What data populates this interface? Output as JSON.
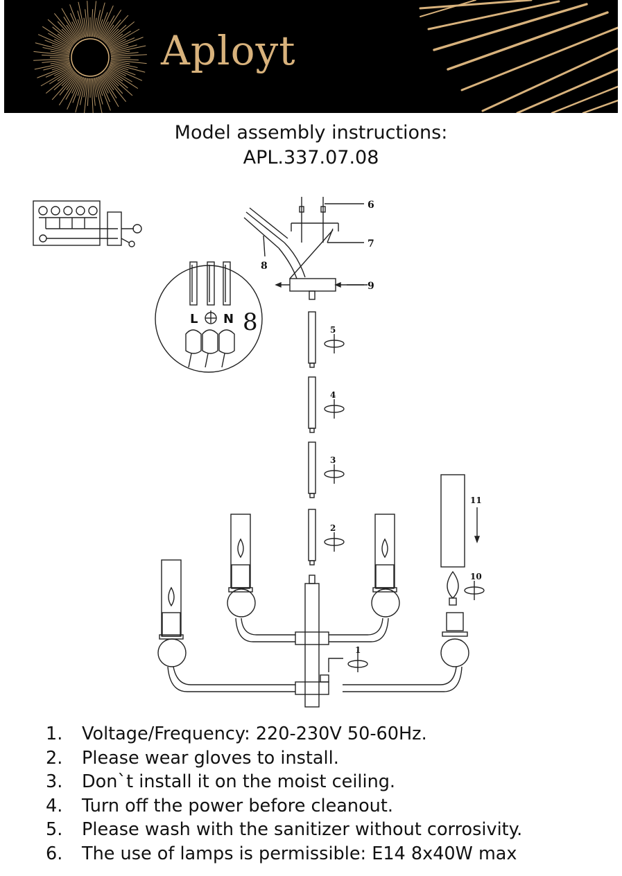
{
  "brand": {
    "name": "Aployt",
    "colors": {
      "gold": "#d8b27c",
      "header_bg": "#000000"
    }
  },
  "title": {
    "line1": "Model assembly instructions:",
    "line2": "APL.337.07.08"
  },
  "diagram": {
    "callouts": [
      "6",
      "7",
      "8",
      "9",
      "5",
      "4",
      "3",
      "2",
      "11",
      "10",
      "1"
    ],
    "inset_labels": {
      "live": "L",
      "neutral": "N",
      "number": "8"
    },
    "inset_icon": "ground-symbol-icon"
  },
  "instructions": [
    {
      "num": "1.",
      "text": "Voltage/Frequency: 220-230V 50-60Hz."
    },
    {
      "num": "2.",
      "text": "Please wear gloves to install."
    },
    {
      "num": "3.",
      "text": "Don`t install it on the moist ceiling."
    },
    {
      "num": "4.",
      "text": "Turn off the power before cleanout."
    },
    {
      "num": "5.",
      "text": "Please wash with the sanitizer without corrosivity."
    },
    {
      "num": "6.",
      "text": "The use of lamps is permissible: E14 8x40W max"
    }
  ]
}
